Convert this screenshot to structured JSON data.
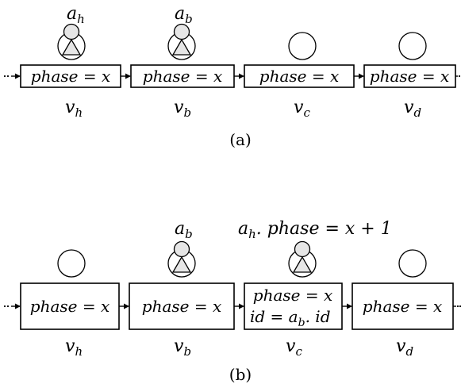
{
  "panel_a": {
    "caption": "(a)",
    "nodes": [
      {
        "id": "v_h",
        "label_main": "v",
        "label_sub": "h",
        "box_lines": [
          "phase = x"
        ],
        "agent": true,
        "agent_main": "a",
        "agent_sub": "h"
      },
      {
        "id": "v_b",
        "label_main": "v",
        "label_sub": "b",
        "box_lines": [
          "phase = x"
        ],
        "agent": true,
        "agent_main": "a",
        "agent_sub": "b"
      },
      {
        "id": "v_c",
        "label_main": "v",
        "label_sub": "c",
        "box_lines": [
          "phase = x"
        ],
        "agent": false
      },
      {
        "id": "v_d",
        "label_main": "v",
        "label_sub": "d",
        "box_lines": [
          "phase = x"
        ],
        "agent": false
      }
    ]
  },
  "panel_b": {
    "caption": "(b)",
    "annotation_main": "a",
    "annotation_sub": "h",
    "annotation_rest": ". phase = x + 1",
    "nodes": [
      {
        "id": "v_h",
        "label_main": "v",
        "label_sub": "h",
        "box_lines": [
          "phase = x"
        ],
        "agent": false
      },
      {
        "id": "v_b",
        "label_main": "v",
        "label_sub": "b",
        "box_lines": [
          "phase = x"
        ],
        "agent": true,
        "agent_main": "a",
        "agent_sub": "b"
      },
      {
        "id": "v_c",
        "label_main": "v",
        "label_sub": "c",
        "box_line1": "phase = x",
        "box_line2_pre": "id = a",
        "box_line2_sub": "b",
        "box_line2_post": ". id",
        "agent": true
      },
      {
        "id": "v_d",
        "label_main": "v",
        "label_sub": "d",
        "box_lines": [
          "phase = x"
        ],
        "agent": false
      }
    ]
  }
}
